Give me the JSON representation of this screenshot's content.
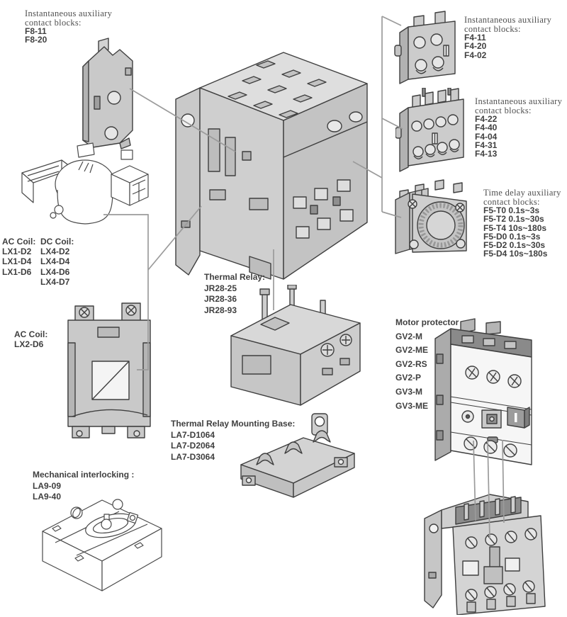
{
  "palette": {
    "background": "#ffffff",
    "connector_line": "#9b9b9b",
    "text": "#4a4a4a",
    "device_fill": "#cacaca",
    "device_outline": "#3f3f3f"
  },
  "groups": {
    "aux_f8": {
      "header": "Instantaneous auxiliary\ncontact blocks:",
      "items": [
        "F8-11",
        "F8-20"
      ]
    },
    "aux_f4_small": {
      "header": "Instantaneous auxiliary\ncontact blocks:",
      "items": [
        "F4-11",
        "F4-20",
        "F4-02"
      ]
    },
    "aux_f4_large": {
      "header": "Instantaneous auxiliary\ncontact blocks:",
      "items": [
        "F4-22",
        "F4-40",
        "F4-04",
        "F4-31",
        "F4-13"
      ]
    },
    "time_delay": {
      "header": "Time delay auxiliary\n contact blocks:",
      "items": [
        "F5-T0 0.1s~3s",
        "F5-T2 0.1s~30s",
        "F5-T4 10s~180s",
        "F5-D0 0.1s~3s",
        "F5-D2 0.1s~30s",
        "F5-D4 10s~180s"
      ]
    },
    "ac_coil_lx1": {
      "header": "AC Coil:",
      "items": [
        "LX1-D2",
        "LX1-D4",
        "LX1-D6"
      ]
    },
    "dc_coil_lx4": {
      "header": "DC Coil:",
      "items": [
        "LX4-D2",
        "LX4-D4",
        "LX4-D6",
        "LX4-D7"
      ]
    },
    "ac_coil_lx2": {
      "header": "AC Coil:",
      "items": [
        "LX2-D6"
      ]
    },
    "thermal_relay": {
      "header": "Thermal Relay:",
      "items": [
        "JR28-25",
        "JR28-36",
        "JR28-93"
      ]
    },
    "mounting_base": {
      "header": "Thermal Relay Mounting Base:",
      "items": [
        "LA7-D1064",
        "LA7-D2064",
        "LA7-D3064"
      ]
    },
    "interlock": {
      "header": "Mechanical interlocking :",
      "items": [
        "LA9-09",
        "LA9-40"
      ]
    },
    "motor_protector": {
      "header": "Motor protector",
      "items": [
        "GV2-M",
        "GV2-ME",
        "GV2-RS",
        "GV2-P",
        "GV3-M",
        "GV3-ME"
      ]
    }
  }
}
